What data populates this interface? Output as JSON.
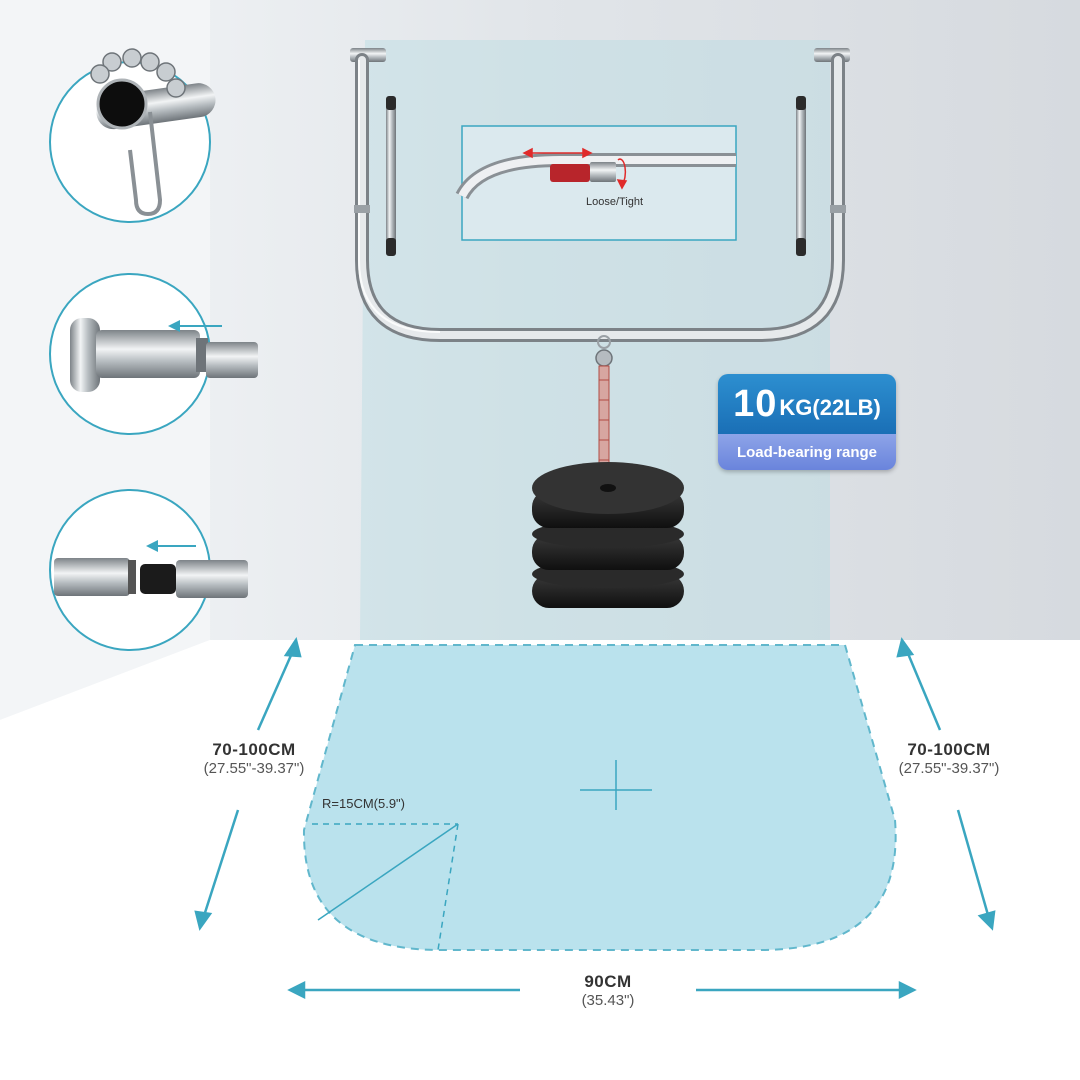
{
  "inset": {
    "caption": "Loose/Tight"
  },
  "load_badge": {
    "value": "10",
    "unit": "KG(22LB)",
    "label": "Load-bearing range"
  },
  "dimensions": {
    "left": {
      "main": "70-100CM",
      "sub": "(27.55\"-39.37\")"
    },
    "right": {
      "main": "70-100CM",
      "sub": "(27.55\"-39.37\")"
    },
    "bottom": {
      "main": "90CM",
      "sub": "(35.43\")"
    },
    "radius": "R=15CM(5.9\")"
  },
  "colors": {
    "accent": "#3aa6c0",
    "floor_fill": "#a9dbe9",
    "wall": "#dfe3e7",
    "badge_blue": "#1f78bf",
    "badge_purple": "#7b93e0"
  },
  "icons": [
    "hook-ring-icon",
    "rod-end-icon",
    "rod-connector-icon"
  ]
}
